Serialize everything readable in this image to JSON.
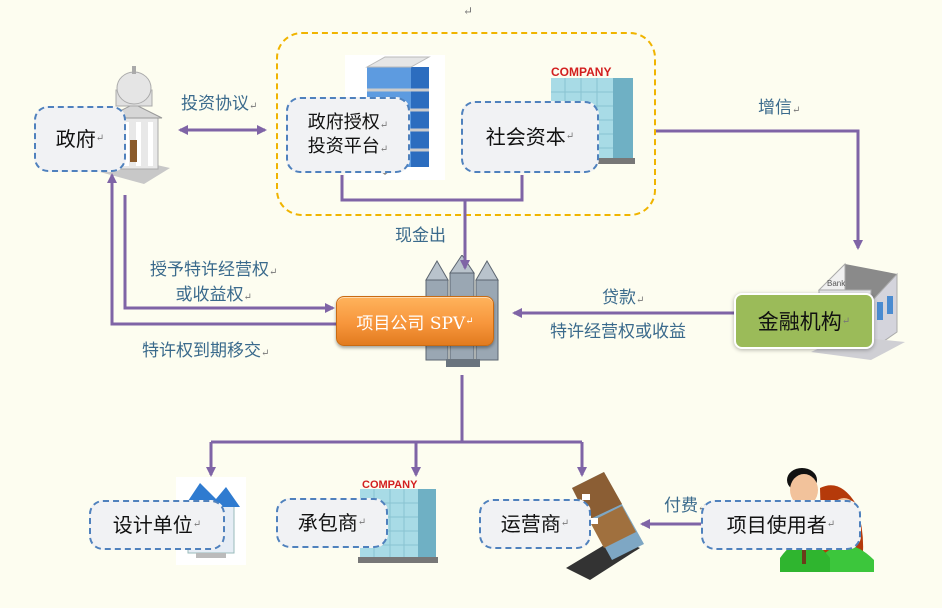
{
  "top_mark": "↵",
  "paragraph_mark": "↵",
  "colors": {
    "connector": "#7f64a6",
    "node_border": "#4f81bd",
    "group_border": "#f0b400",
    "spv_fill": "#f7963c",
    "finance_fill": "#9bbb59",
    "label_text": "#3a6a8c"
  },
  "nodes": {
    "government": {
      "label": "政府",
      "icon": "government-building-icon"
    },
    "platform": {
      "line1": "政府授权",
      "line2": "投资平台",
      "icon": "office-building-icon"
    },
    "social_capital": {
      "label": "社会资本",
      "icon": "company-building-icon"
    },
    "spv": {
      "label": "项目公司 SPV",
      "icon": "skyscrapers-icon"
    },
    "finance": {
      "label": "金融机构",
      "icon": "bank-icon"
    },
    "designer": {
      "label": "设计单位",
      "icon": "house-icon"
    },
    "contractor": {
      "label": "承包商",
      "icon": "company-building-icon"
    },
    "operator": {
      "label": "运营商",
      "icon": "building-icon"
    },
    "users": {
      "label": "项目使用者",
      "icon": "people-icon"
    }
  },
  "edge_labels": {
    "investment_agreement": "投资协议",
    "credit_enhancement": "增信",
    "cash_out": "现金出",
    "grant_line1": "授予特许经营权",
    "grant_line2": "或收益权",
    "transfer": "特许权到期移交",
    "loan": "贷款",
    "franchise_income": "特许经营权或收益",
    "payment": "付费"
  },
  "icon_text": {
    "company_sign": "COMPANY",
    "bank_sign": "Bank"
  }
}
